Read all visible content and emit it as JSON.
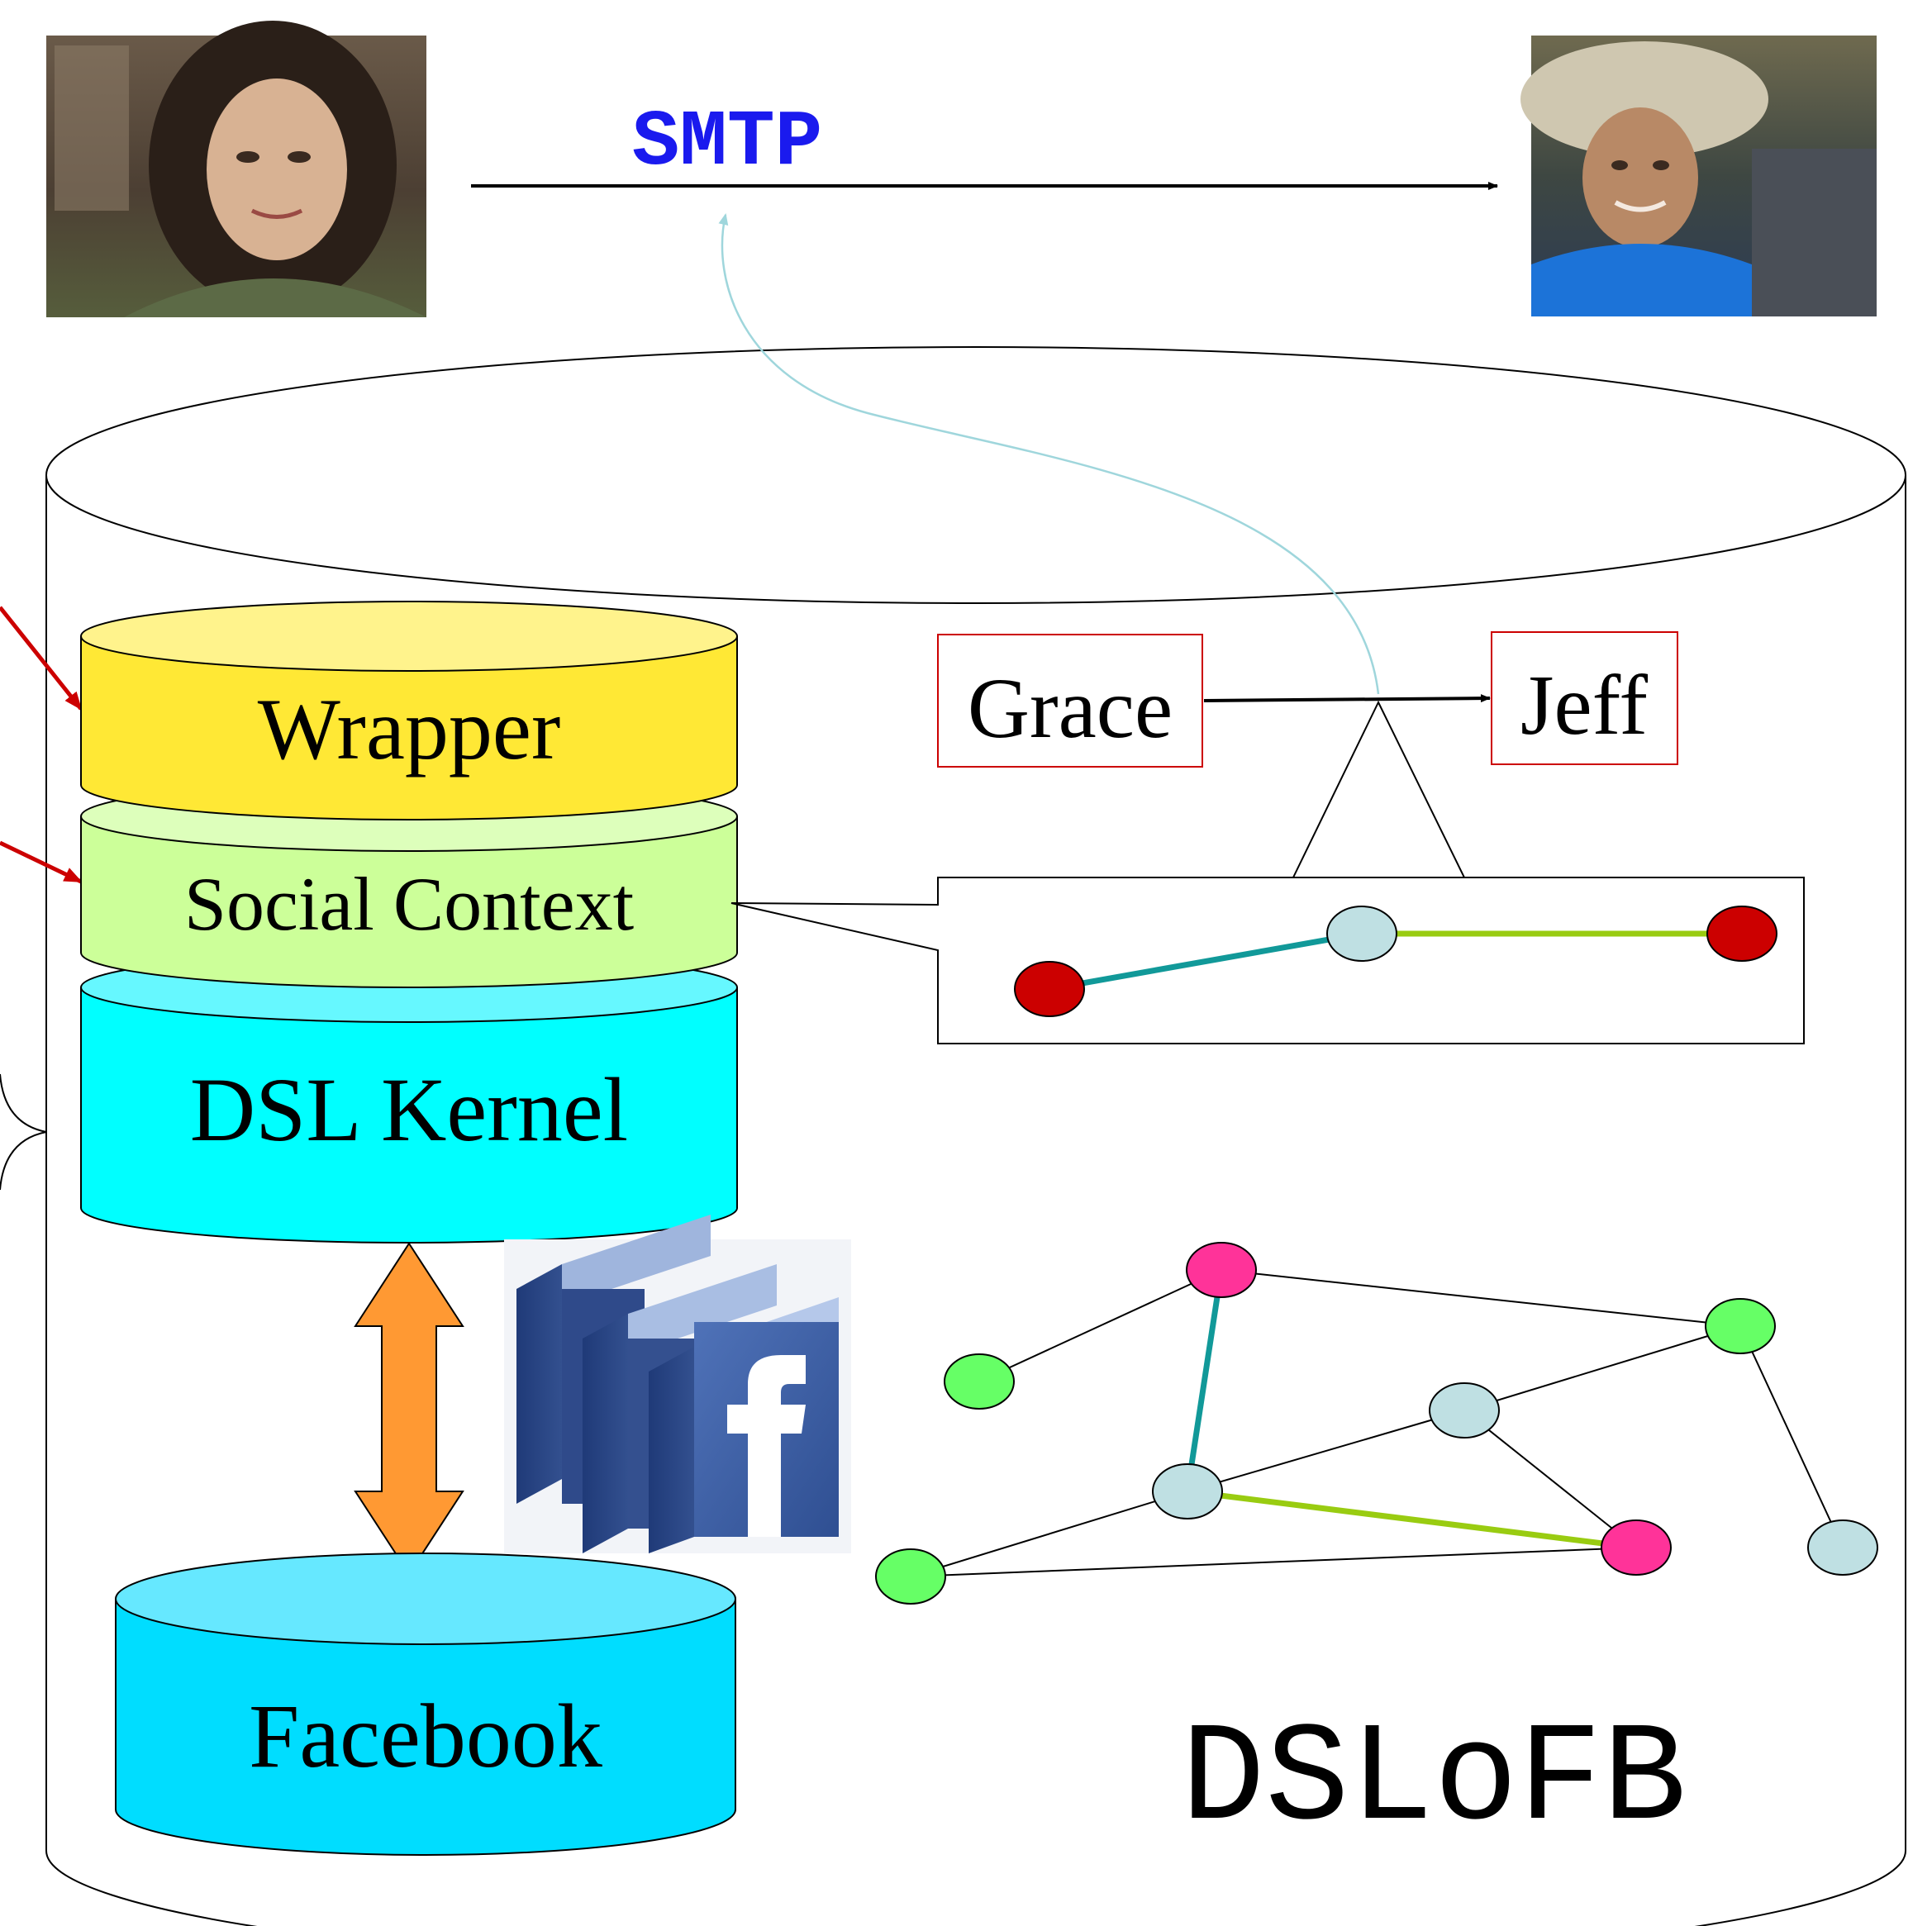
{
  "protocol": {
    "label": "SMTP",
    "color": "#1a1aee"
  },
  "people": {
    "sender": {
      "name": "Grace"
    },
    "recipient": {
      "name": "Jeff"
    }
  },
  "layers": {
    "wrapper": {
      "label": "Wrapper",
      "color": "#ffe835"
    },
    "social_context": {
      "label": "Social Context",
      "color": "#ccff99"
    },
    "kernel": {
      "label": "DSL Kernel",
      "color": "#00ffff"
    },
    "facebook": {
      "label": "Facebook",
      "color": "#00ddff"
    }
  },
  "system": {
    "title": "DSLoFB"
  },
  "colors": {
    "red_node": "#cc0000",
    "pink_node": "#ff3399",
    "green_node": "#66ff66",
    "blue_node": "#bfe0e3",
    "teal_edge": "#119999",
    "lime_edge": "#99cc11",
    "exchange_arrow": "#ff9933",
    "pointer_arrow": "#cc0000",
    "facebook_blue": "#3b5998"
  },
  "icons": {
    "sender_photo": "woman-portrait-photo",
    "recipient_photo": "man-portrait-photo",
    "facebook_logo": "facebook-logo"
  }
}
